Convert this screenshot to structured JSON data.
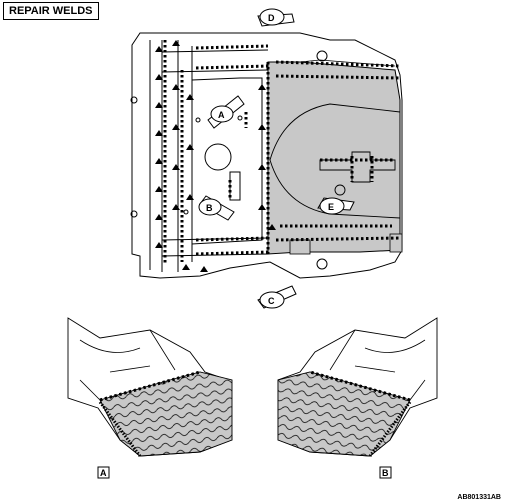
{
  "header": {
    "title": "REPAIR WELDS"
  },
  "views": {
    "arrow_a": "A",
    "arrow_b": "B",
    "arrow_c": "C",
    "arrow_d": "D",
    "arrow_e": "E",
    "detail_a_label": "A",
    "detail_b_label": "B"
  },
  "footer": {
    "code": "AB801331AB"
  },
  "colors": {
    "shaded_area": "#c8c8c8",
    "line": "#000000"
  }
}
